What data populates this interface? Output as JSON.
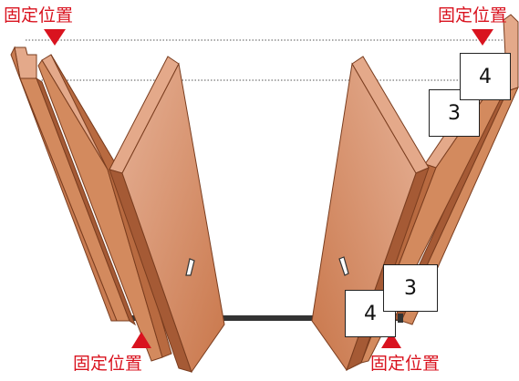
{
  "labels": {
    "top_left": "固定位置",
    "top_right": "固定位置",
    "bottom_left": "固定位置",
    "bottom_right": "固定位置"
  },
  "panel_numbers": {
    "top_front": "4",
    "top_back": "3",
    "bottom_front": "3",
    "bottom_back": "4"
  },
  "colors": {
    "marker": "#d9131f",
    "panel_face": "#d38a5e",
    "panel_light": "#e4a98a",
    "panel_edge": "#a55a35",
    "panel_outline": "#7a3d1f",
    "rail": "#333333",
    "guide_line": "#555555"
  }
}
